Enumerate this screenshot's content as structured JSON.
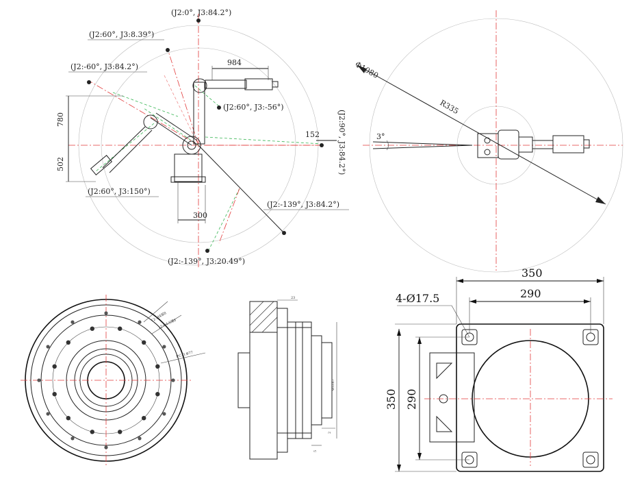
{
  "reach": {
    "pos_top": "(J2:0°, J3:84.2°)",
    "pos_upper_left": "(J2:60°, J3:8.39°)",
    "pos_left": "(J2:-60°, J3:84.2°)",
    "pos_mid": "(J2:60°, J3:-56°)",
    "pos_lower_left": "(J2:60°, J3:150°)",
    "pos_right_vertical": "(J2:90°, J3:84.2°)",
    "pos_lower_right": "(J2:-139°, J3:84.2°)",
    "pos_bottom": "(J2:-139°, J3:20.49°)",
    "dim_984": "984",
    "dim_780": "780",
    "dim_502": "502",
    "dim_300": "300",
    "dim_152": "152"
  },
  "top_view": {
    "dim_radius": "Φ1080",
    "dim_r335": "R335",
    "dim_angle": "3°"
  },
  "flange": {
    "label_a": "12-M4深8",
    "label_b": "12-Φ4.5深8",
    "label_pcd": "P.C.D.Φ77"
  },
  "section": {
    "dim_23": "23",
    "dim_dia": "Φ55h7",
    "dim_2": "2",
    "dim_5": "5"
  },
  "base": {
    "dim_350_top": "350",
    "dim_290_top": "290",
    "dim_holes": "4-Ø17.5",
    "dim_350_side": "350",
    "dim_290_side": "290"
  }
}
